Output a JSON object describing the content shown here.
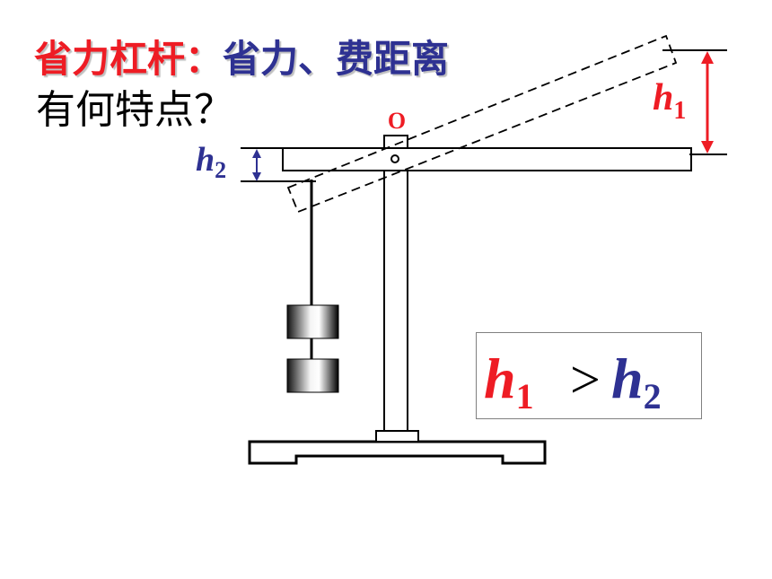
{
  "heading": {
    "part1": "省力杠杆：",
    "part2": "省力、费距离"
  },
  "question": "有何特点？",
  "labels": {
    "pivot": "O",
    "h1_letter": "h",
    "h1_sub": "1",
    "h2_letter": "h",
    "h2_sub": "2"
  },
  "formula": {
    "left_letter": "h",
    "left_sub": "1",
    "operator": ">",
    "right_letter": "h",
    "right_sub": "2"
  },
  "colors": {
    "red": "#ee1c24",
    "blue": "#2e3192",
    "black": "#000000"
  }
}
